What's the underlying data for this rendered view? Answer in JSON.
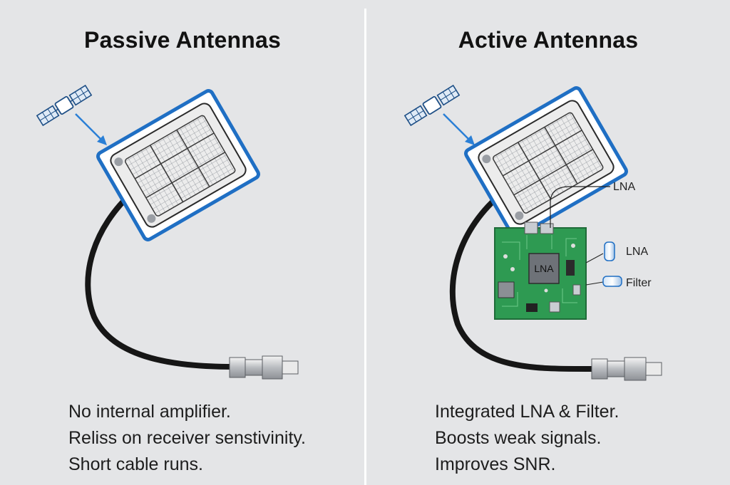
{
  "passive": {
    "title": "Passive Antennas",
    "notes": [
      "No internal amplifier.",
      "Reliss on receiver senstivinity.",
      "Short cable runs."
    ]
  },
  "active": {
    "title": "Active Antennas",
    "labels": {
      "lna_top": "LNA",
      "lna_chip": "LNA",
      "lna_side": "LNA",
      "filter": "Filter"
    },
    "notes": [
      "Integrated LNA & Filter.",
      "Boosts weak signals.",
      "Improves SNR."
    ]
  },
  "colors": {
    "background": "#e4e5e7",
    "antenna_edge": "#1f6fc4",
    "pcb": "#2e9a52",
    "arrow": "#2a7fd6",
    "cable": "#1b1b1b"
  }
}
